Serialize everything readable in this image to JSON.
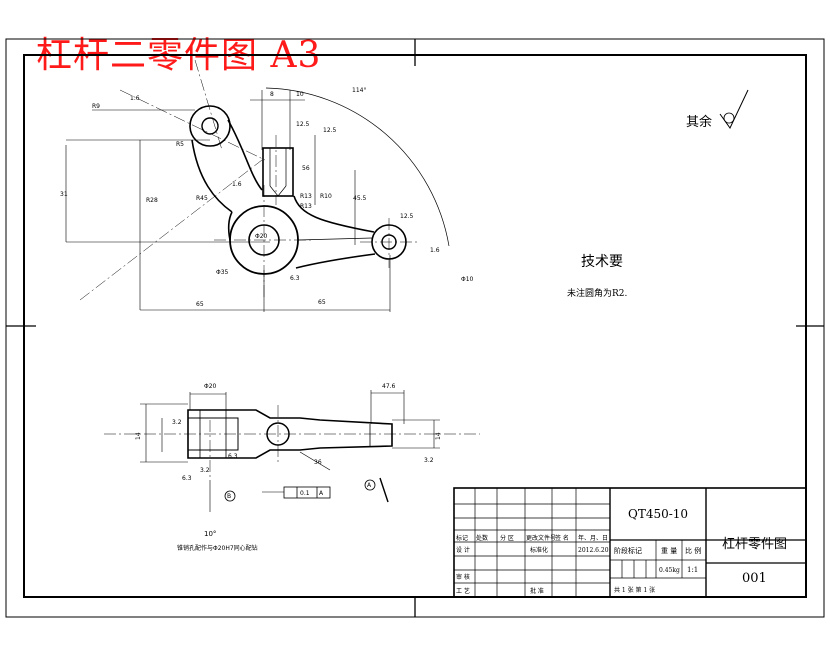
{
  "title_overlay": "杠杆二零件图 A3",
  "roughness_note": "其余",
  "tech_req": {
    "heading": "技术要",
    "item": "未注圆角为R2."
  },
  "front_view": {
    "dims": {
      "d1": "8",
      "d2": "10",
      "d3": "12.5",
      "d4": "12.5",
      "d5": "1.6",
      "d6": "114°",
      "d7": "R10",
      "d8": "R13",
      "d9": "45.5",
      "d10": "R13",
      "d11": "56",
      "d12": "R45",
      "d13": "R28",
      "d14": "65",
      "d15": "65",
      "d16": "12.5",
      "d17": "1.6",
      "d18": "Φ10",
      "d19": "Φ35",
      "d20": "Φ20",
      "d21": "1.6",
      "d22": "31",
      "d23": "6.3",
      "d24": "R5",
      "d25": "R9"
    }
  },
  "side_view": {
    "dims": {
      "s1": "Φ20",
      "s2": "47.6",
      "s3": "14",
      "s4": "3.2",
      "s5": "3.2",
      "s6": "14",
      "s7": "36",
      "s8": "6.3",
      "s9": "0.1",
      "s10": "A",
      "s11": "B",
      "s12": "A",
      "s13": "B",
      "s14": "6.3",
      "s15": "3.2"
    },
    "note": "锥销孔配作与Φ20H7同心配钻",
    "angle_note": "10°"
  },
  "title_block": {
    "part_code": "QT450-10",
    "part_name": "杠杆零件图",
    "drawing_no": "001",
    "weight": "0.45kg",
    "scale": "1:1",
    "scale_label": "比 例",
    "weight_label": "重 量",
    "stage_label": "阶段标记",
    "sheets": "共 1 张 第 1 张",
    "row_labels": [
      "标记",
      "处数",
      "分 区",
      "更改文件号",
      "签 名",
      "年、月、日"
    ],
    "design": "设 计",
    "standard": "标准化",
    "review": "审 核",
    "process": "工 艺",
    "approve": "批 准",
    "date": "2012.6.20"
  }
}
